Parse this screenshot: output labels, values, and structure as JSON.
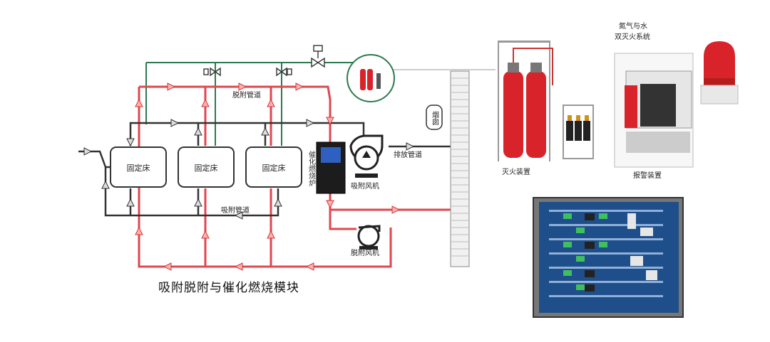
{
  "title": "吸附脱附与催化燃烧模块",
  "beds": [
    "固定床",
    "固定床",
    "固定床"
  ],
  "pipes": {
    "desorption_top": "脱附管道",
    "adsorption_bottom": "吸附管道",
    "exhaust": "排放管道"
  },
  "equipment": {
    "catalytic_furnace": "催化燃烧炉",
    "adsorption_fan": "吸附风机",
    "desorption_fan": "脱附风机",
    "chimney": "烟囱"
  },
  "panels": {
    "fire_extinguishing": "灭火装置",
    "alarm_device": "报警装置",
    "system_note_line1": "氮气与水",
    "system_note_line2": "双灭火系统"
  },
  "colors": {
    "hot_pipe": "#e0474f",
    "cold_pipe": "#333333",
    "green_pipe": "#2a7a50",
    "arrow_fill": "#f0a0a0",
    "cylinder_red": "#d9232a",
    "monitor_bg": "#1f4f8a"
  }
}
